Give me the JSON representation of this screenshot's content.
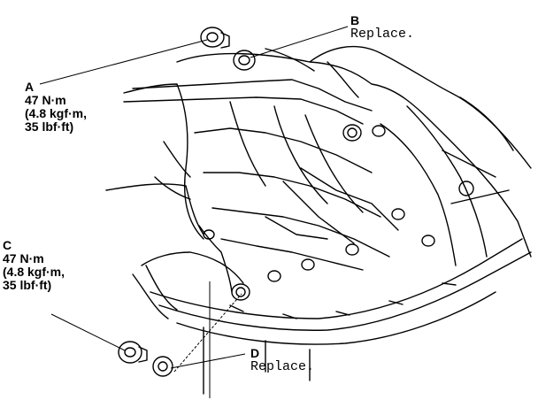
{
  "callouts": {
    "a": {
      "letter": "A",
      "torque_nm": "47 N·m",
      "torque_kgf": "(4.8 kgf·m,",
      "torque_lbf": "35 lbf·ft)"
    },
    "b": {
      "letter": "B",
      "note": "Replace."
    },
    "c": {
      "letter": "C",
      "torque_nm": "47 N·m",
      "torque_kgf": "(4.8 kgf·m,",
      "torque_lbf": "35 lbf·ft)"
    },
    "d": {
      "letter": "D",
      "note": "Replace."
    }
  },
  "colors": {
    "ink": "#000000",
    "paper": "#ffffff"
  }
}
